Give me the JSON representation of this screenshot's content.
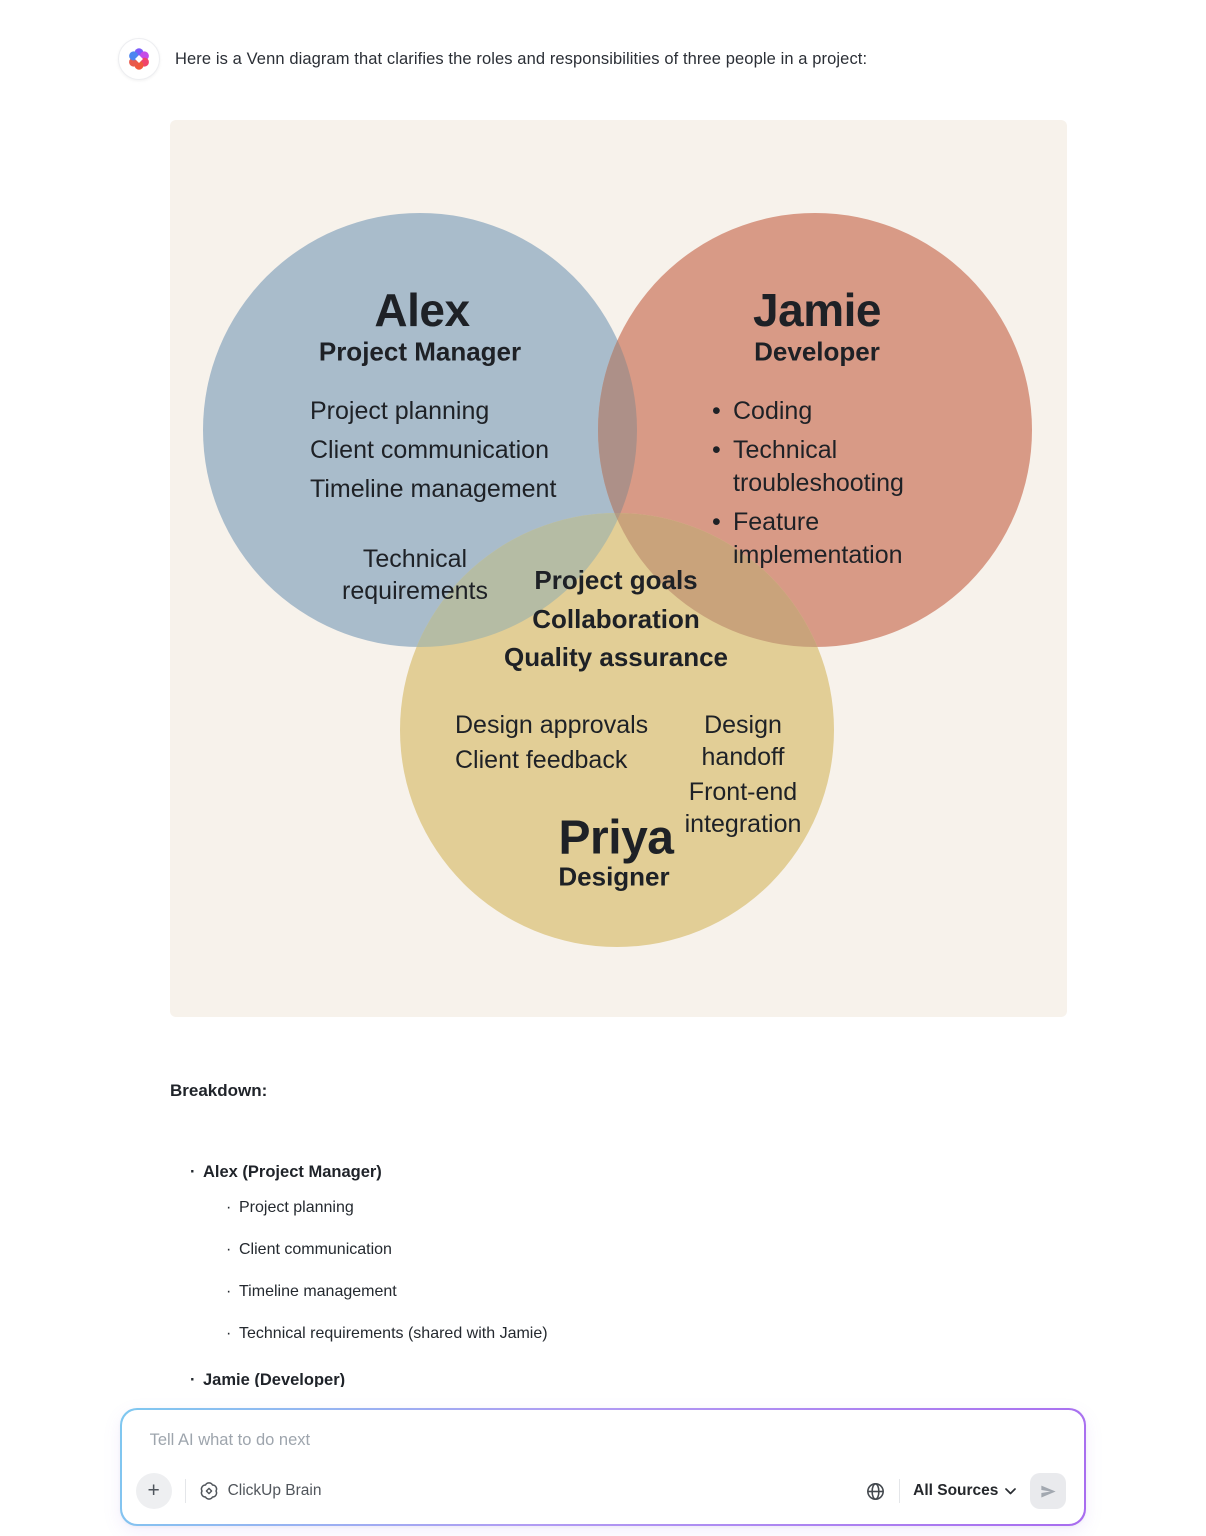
{
  "message": {
    "text": "Here is a Venn diagram that clarifies the roles and responsibilities of three people in a project:"
  },
  "venn": {
    "panel_bg": "#F7F2EB",
    "text_color": "#1E2126",
    "alex": {
      "name": "Alex",
      "role": "Project Manager",
      "color": "#A9BCCB",
      "items": [
        "Project planning",
        "Client communication",
        "Timeline management"
      ]
    },
    "jamie": {
      "name": "Jamie",
      "role": "Developer",
      "color": "#D89A86",
      "items": [
        "Coding",
        "Technical troubleshooting",
        "Feature implementation"
      ]
    },
    "priya": {
      "name": "Priya",
      "role": "Designer",
      "color": "#E2CE96",
      "items_left": [
        "Design approvals",
        "Client feedback"
      ],
      "items_right": [
        "Design handoff",
        "Front-end integration"
      ]
    },
    "overlaps": {
      "alex_jamie": {
        "color": "#AD9088"
      },
      "alex_priya": {
        "color": "#B5BCA4",
        "label": "Technical requirements"
      },
      "jamie_priya": {
        "color": "#C9A37B"
      },
      "center": {
        "color": "#B29B85",
        "items": [
          "Project goals",
          "Collaboration",
          "Quality assurance"
        ]
      }
    }
  },
  "breakdown": {
    "heading": "Breakdown:",
    "alex_title": "Alex (Project Manager)",
    "alex_items": [
      "Project planning",
      "Client communication",
      "Timeline management",
      "Technical requirements (shared with Jamie)"
    ],
    "jamie_title": "Jamie (Developer)"
  },
  "composer": {
    "placeholder": "Tell AI what to do next",
    "plus_label": "+",
    "brain_label": "ClickUp Brain",
    "sources_label": "All Sources",
    "icons": {
      "avatar": "clickup-ai-flower-icon",
      "brain": "clickup-brain-icon",
      "globe": "globe-icon",
      "chevron": "chevron-down-icon",
      "send": "send-icon"
    },
    "border_gradient": [
      "#7EC8F0",
      "#B19CF3",
      "#A86CEF"
    ]
  }
}
